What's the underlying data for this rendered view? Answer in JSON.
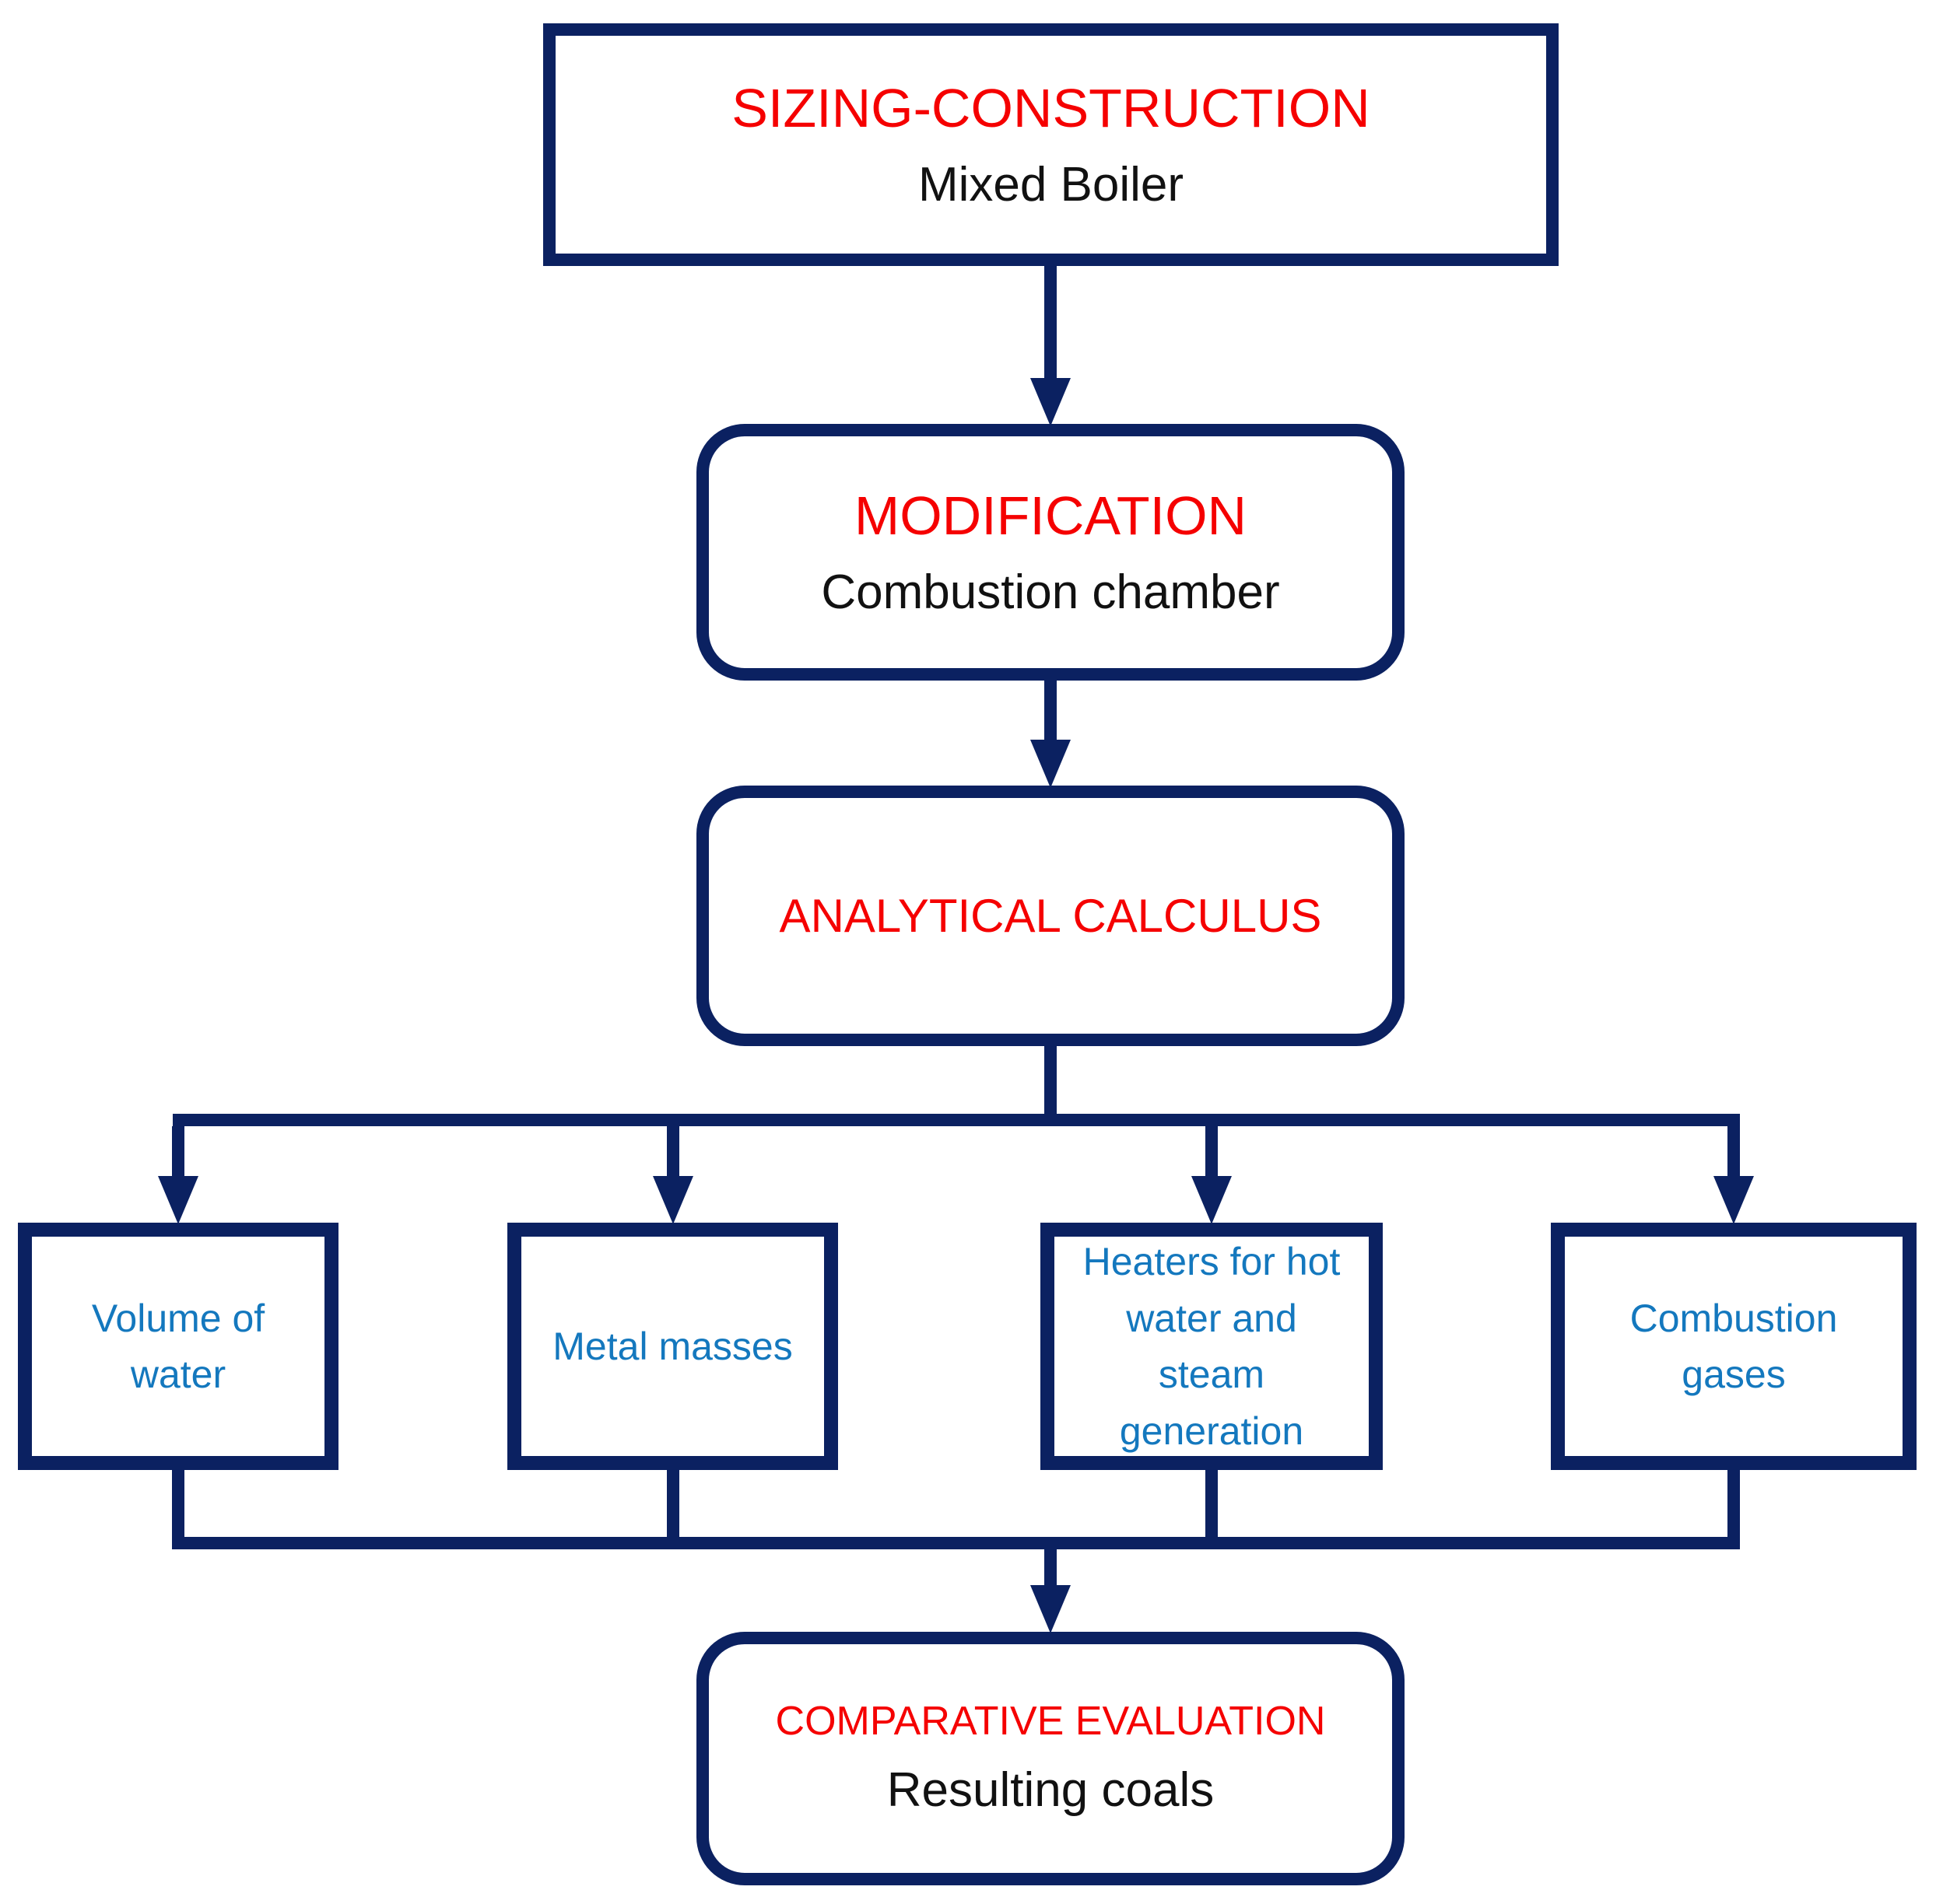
{
  "colors": {
    "line_navy": "#0b2161",
    "title_red": "#f50000",
    "label_blue": "#1478be",
    "subtitle_black": "#111111",
    "background": "#ffffff"
  },
  "nodes": {
    "sizing": {
      "title": "SIZING-CONSTRUCTION",
      "subtitle": "Mixed Boiler"
    },
    "modification": {
      "title": "MODIFICATION",
      "subtitle": "Combustion chamber"
    },
    "analytical": {
      "title": "ANALYTICAL CALCULUS"
    },
    "volume_of_water": {
      "label": "Volume of\nwater"
    },
    "metal_masses": {
      "label": "Metal masses"
    },
    "heaters": {
      "label": "Heaters for hot\nwater and\nsteam\ngeneration"
    },
    "combustion_gases": {
      "label": "Combustion\ngases"
    },
    "comparative": {
      "title": "COMPARATIVE EVALUATION",
      "subtitle": "Resulting coals"
    }
  }
}
